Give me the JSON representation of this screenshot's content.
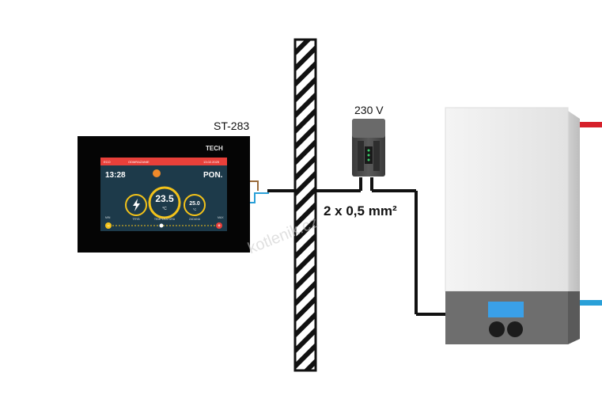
{
  "controller": {
    "model": "ST-283",
    "brand": "TECH",
    "status_left": "ECO",
    "status_mid": "ODMRAŻANIE",
    "status_right": "13.02.2025",
    "time": "13:28",
    "day": "PON.",
    "center_temp": "23.5",
    "center_unit": "°C",
    "right_temp": "25.0",
    "right_unit": "°C",
    "label_left": "TRYB",
    "label_center": "TEMPERATURA",
    "label_right": "ZADANA",
    "slider_left": "MIN",
    "slider_right": "MAX",
    "minus_symbol": "−",
    "plus_symbol": "+"
  },
  "relay": {
    "voltage_label": "230 V"
  },
  "cable": {
    "spec_label": "2 x 0,5 mm²"
  },
  "watermark": "kotlenik.cz",
  "colors": {
    "screen_bg": "#1d3a4a",
    "status_bar": "#e8403a",
    "ring": "#f2c21a",
    "flow_pipe": "#d6202a",
    "return_pipe": "#2aa0d8",
    "boiler_display": "#3aa0e8"
  }
}
